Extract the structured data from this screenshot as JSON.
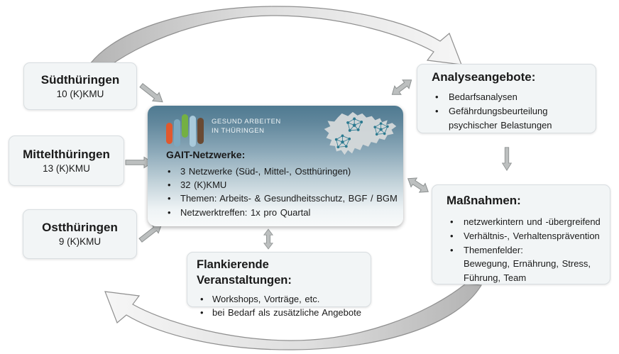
{
  "regions": [
    {
      "title": "Südthüringen",
      "subtitle": "10 (K)KMU"
    },
    {
      "title": "Mittelthüringen",
      "subtitle": "13 (K)KMU"
    },
    {
      "title": "Ostthüringen",
      "subtitle": "9 (K)KMU"
    }
  ],
  "center": {
    "logo_line1": "GESUND ARBEITEN",
    "logo_line2": "IN THÜRINGEN",
    "title": "GAIT-Netzwerke:",
    "bullets": [
      "3 Netzwerke (Süd-, Mittel-, Ostthüringen)",
      "32 (K)KMU",
      "Themen: Arbeits- & Gesundheitsschutz, BGF / BGM",
      "Netzwerktreffen: 1x pro Quartal"
    ]
  },
  "analyse": {
    "title": "Analyseangebote:",
    "bullets": [
      "Bedarfsanalysen",
      "Gefährdungsbeurteilung"
    ],
    "bullet2_line2": "psychischer Belastungen"
  },
  "massnahmen": {
    "title": "Maßnahmen:",
    "bullets": [
      "netzwerkintern und -übergreifend",
      "Verhältnis-, Verhaltensprävention",
      "Themenfelder:"
    ],
    "themenfelder_lines": [
      "Bewegung, Ernährung, Stress,",
      "Führung, Team"
    ]
  },
  "flankierende": {
    "title": "Flankierende Veranstaltungen:",
    "bullets": [
      "Workshops, Vorträge, etc.",
      "bei Bedarf als zusätzliche Angebote"
    ]
  },
  "icons": {
    "top_cycle_arrow": "curved-block-arrow-right",
    "bottom_cycle_arrow": "curved-block-arrow-left",
    "region_arrows": "block-arrow-right",
    "exchange_arrows": "block-arrow-double",
    "flow_arrow": "block-arrow-down",
    "center_graphic": "thueringen-map-with-network-clusters",
    "logo": "gait-color-bars"
  },
  "colors": {
    "center_gradient_top": "#4f7a91",
    "center_gradient_bottom": "#f8fafa",
    "box_background": "#f2f5f6",
    "box_border": "#d9dee1",
    "arrow_fill": "#bcbfbf",
    "arrow_fill_dark": "#b3b3b3",
    "arrow_fill_light": "#f3f3f3",
    "arrow_stroke": "#8c9090",
    "network_teal": "#2c7a90",
    "map_gray": "#d5d9da",
    "logo_bar_colors": [
      "#e0592e",
      "#7ea9bf",
      "#74b043",
      "#a9cadb",
      "#6a4a33"
    ],
    "text": "#1a1a1a"
  }
}
